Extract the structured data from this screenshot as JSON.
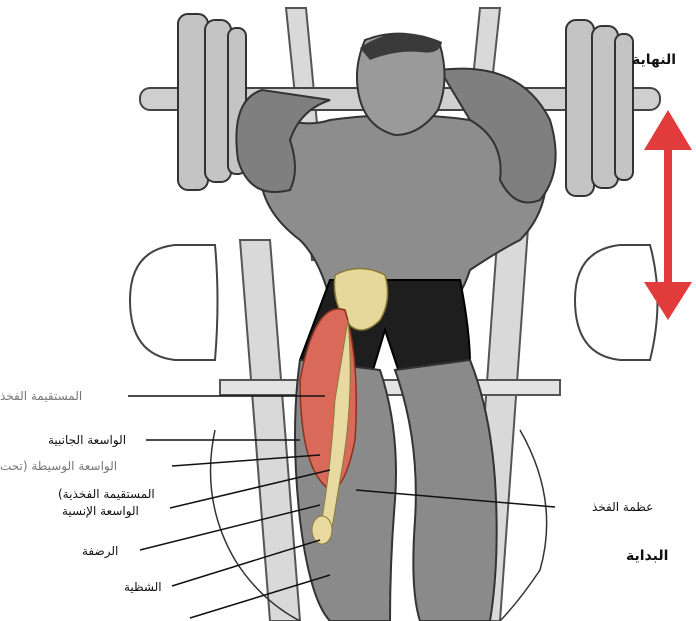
{
  "labels": {
    "end": "النهاية",
    "start": "البداية",
    "femur": "عظمة الفخذ",
    "rectus_femoris_top": "المستقيمة الفخذ",
    "vastus_lateralis": "الواسعة الجانبية",
    "vastus_intermedius": "الواسعة الوسيطة (تحت",
    "rectus_femoris": "المستقيمة الفخذية)",
    "vastus_medialis": "الواسعة الإنسية",
    "patella": "الرضفة",
    "tibia": "الشظية"
  },
  "colors": {
    "arrow": "#e23b3b",
    "muscle_red": "#d96a5a",
    "bone": "#e8d9a0",
    "body": "#8a8a8a",
    "machine": "#d7d7d7",
    "plates": "#bdbdbd"
  }
}
